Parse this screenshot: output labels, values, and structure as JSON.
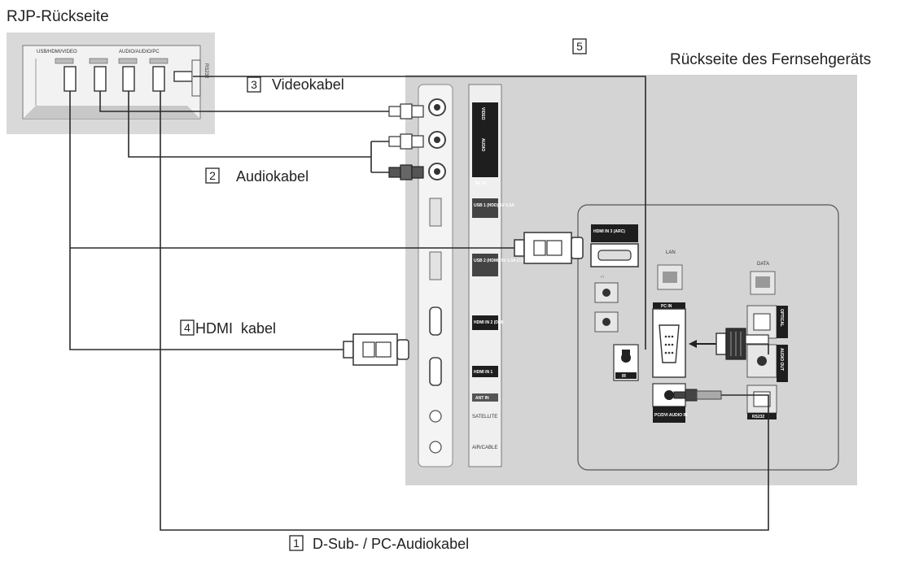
{
  "rjp": {
    "title": "RJP-Rückseite",
    "ports": {
      "usb_hdmi_video": "USB/HDMI/VIDEO",
      "audio_audio_pc": "AUDIO/AUDIO/PC",
      "rs232": "RS232"
    }
  },
  "tv": {
    "title": "Rückseite des Fernsehgeräts",
    "panel": {
      "video": "VIDEO",
      "audio": "AUDIO",
      "av_in": "AV IN",
      "usb_1": "USB 1 (HDD) 5V 0.5A",
      "usb_2": "USB 2 (HDMI) 5V 1.0A (CONTENT)",
      "hdmi_in_2": "HDMI IN 2 (DVI)",
      "hdmi_in_1": "HDMI IN 1",
      "ant_in": "ANT IN",
      "satellite": "SATELLITE",
      "air_cable": "AIR/CABLE",
      "hdmi_in_3": "HDMI IN 3 (ARC)",
      "headphone": "∩",
      "lan": "LAN",
      "pc_in": "PC IN",
      "pc_dvi_audio_in": "PC/DVI AUDIO IN",
      "ir": "IR",
      "data": "DATA",
      "optical": "OPTICAL",
      "audio_out": "AUDIO OUT",
      "rs232": "RS232"
    }
  },
  "cables": [
    {
      "number": "1",
      "label": "D-Sub- / PC-Audiokabel"
    },
    {
      "number": "2",
      "label": "Audiokabel"
    },
    {
      "number": "3",
      "label": "Videokabel"
    },
    {
      "number": "4",
      "label": "HDMI  kabel"
    },
    {
      "number": "5",
      "label": ""
    }
  ],
  "colors": {
    "panel": "#d4d4d4",
    "line": "#2a2a2a",
    "strip": "#f3f3f3"
  }
}
